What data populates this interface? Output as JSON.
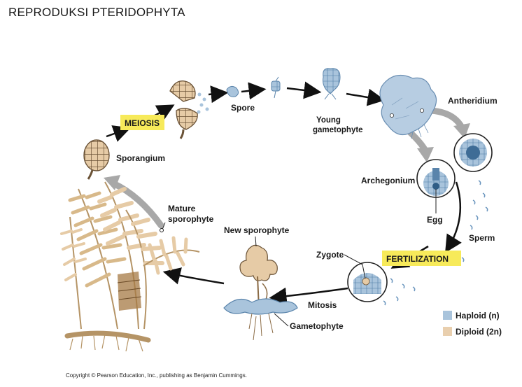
{
  "title": "REPRODUKSI PTERIDOPHYTA",
  "stages": {
    "meiosis": "MEIOSIS",
    "fertilization": "FERTILIZATION",
    "mitosis": "Mitosis"
  },
  "labels": {
    "spore": "Spore",
    "young_gametophyte_1": "Young",
    "young_gametophyte_2": "gametophyte",
    "antheridium": "Antheridium",
    "archegonium": "Archegonium",
    "egg": "Egg",
    "sperm": "Sperm",
    "zygote": "Zygote",
    "new_sporophyte": "New sporophyte",
    "gametophyte": "Gametophyte",
    "sporangium": "Sporangium",
    "mature_sporophyte_1": "Mature",
    "mature_sporophyte_2": "sporophyte"
  },
  "legend": {
    "haploid": "Haploid (n)",
    "diploid": "Diploid (2n)",
    "haploid_color": "#a9c4dc",
    "diploid_color": "#e9cfae"
  },
  "colors": {
    "highlight": "#f7ea5a",
    "haploid_fill": "#b7cde2",
    "diploid_fill": "#e6cba6",
    "arrow": "#111111",
    "grey_arrow": "#a8a8a8"
  },
  "copyright": "Copyright © Pearson Education, Inc., publishing as Benjamin Cummings."
}
